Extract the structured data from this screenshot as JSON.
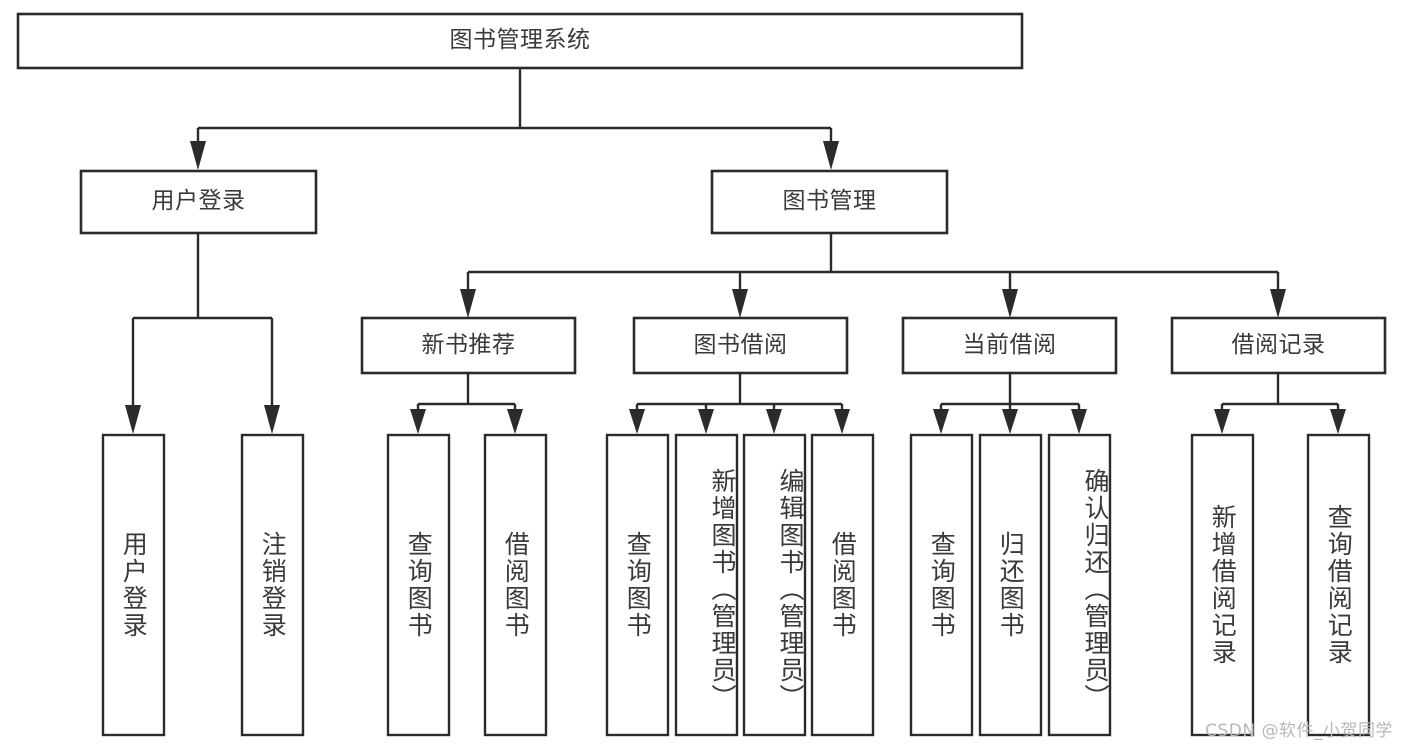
{
  "diagram": {
    "type": "tree-hierarchy-chart",
    "title": "图书管理系统",
    "background_color": "#ffffff",
    "line_color": "#2b2b2b",
    "text_color": "#3a3a3a",
    "root": {
      "label": "图书管理系统"
    },
    "level2": [
      {
        "label": "用户登录"
      },
      {
        "label": "图书管理"
      }
    ],
    "level3": [
      {
        "label": "新书推荐"
      },
      {
        "label": "图书借阅"
      },
      {
        "label": "当前借阅"
      },
      {
        "label": "借阅记录"
      }
    ],
    "leaves": {
      "user_login": [
        {
          "label": "用户登录"
        },
        {
          "label": "注销登录"
        }
      ],
      "new_book_recommend": [
        {
          "label": "查询图书"
        },
        {
          "label": "借阅图书"
        }
      ],
      "book_borrow": [
        {
          "label": "查询图书"
        },
        {
          "label": "新增图书（管理员）"
        },
        {
          "label": "编辑图书（管理员）"
        },
        {
          "label": "借阅图书"
        }
      ],
      "current_borrow": [
        {
          "label": "查询图书"
        },
        {
          "label": "归还图书"
        },
        {
          "label": "确认归还（管理员）"
        }
      ],
      "borrow_record": [
        {
          "label": "新增借阅记录"
        },
        {
          "label": "查询借阅记录"
        }
      ]
    }
  },
  "watermark": {
    "text": "CSDN @软件_小贺同学"
  }
}
